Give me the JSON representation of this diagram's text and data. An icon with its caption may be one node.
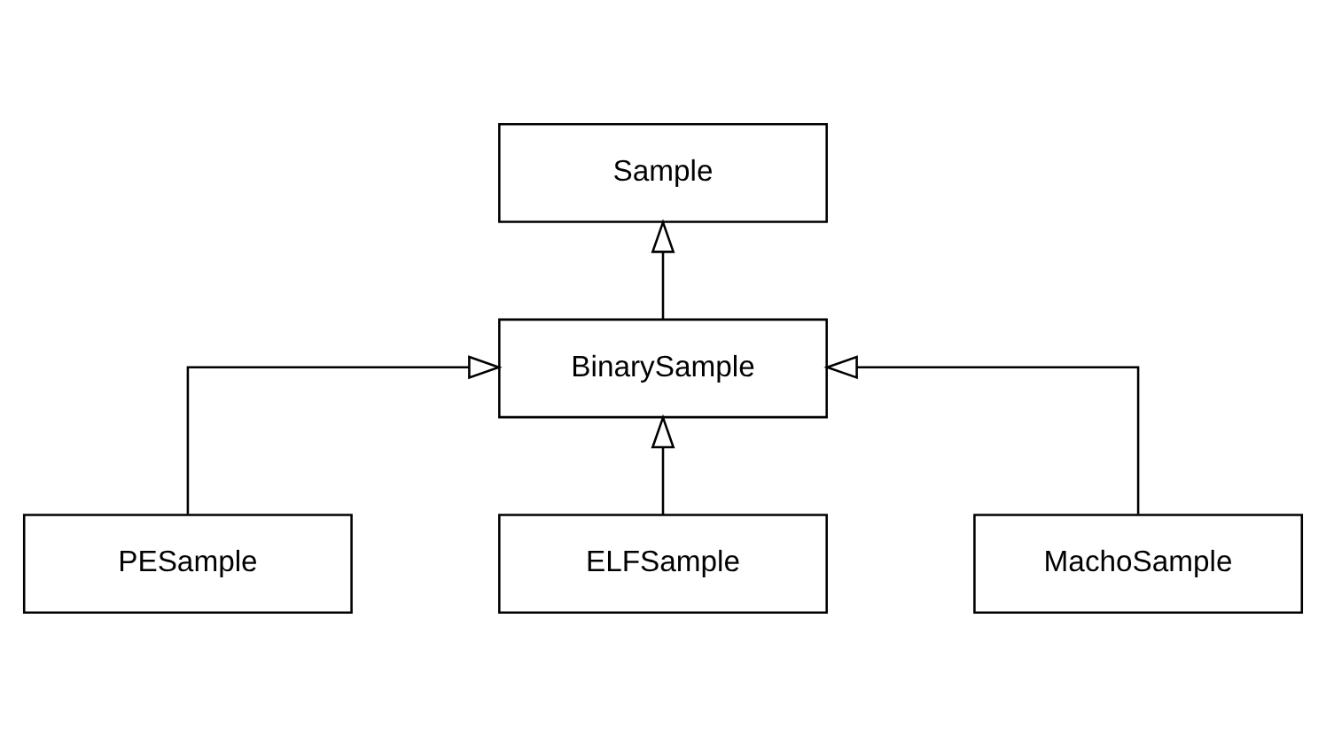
{
  "diagram": {
    "nodes": [
      {
        "text": [
          "Sample"
        ]
      },
      {
        "text": [
          "BinarySample"
        ]
      },
      {
        "text": [
          "PESample"
        ]
      },
      {
        "text": [
          "ELFSample"
        ]
      },
      {
        "text": [
          "MachoSample"
        ]
      }
    ],
    "edges": [
      {
        "from": 1,
        "to": 0,
        "arrow": "to"
      },
      {
        "from": 2,
        "to": 1,
        "arrow": "to"
      },
      {
        "from": 3,
        "to": 1,
        "arrow": "to"
      },
      {
        "from": 4,
        "to": 1,
        "arrow": "to"
      }
    ]
  }
}
